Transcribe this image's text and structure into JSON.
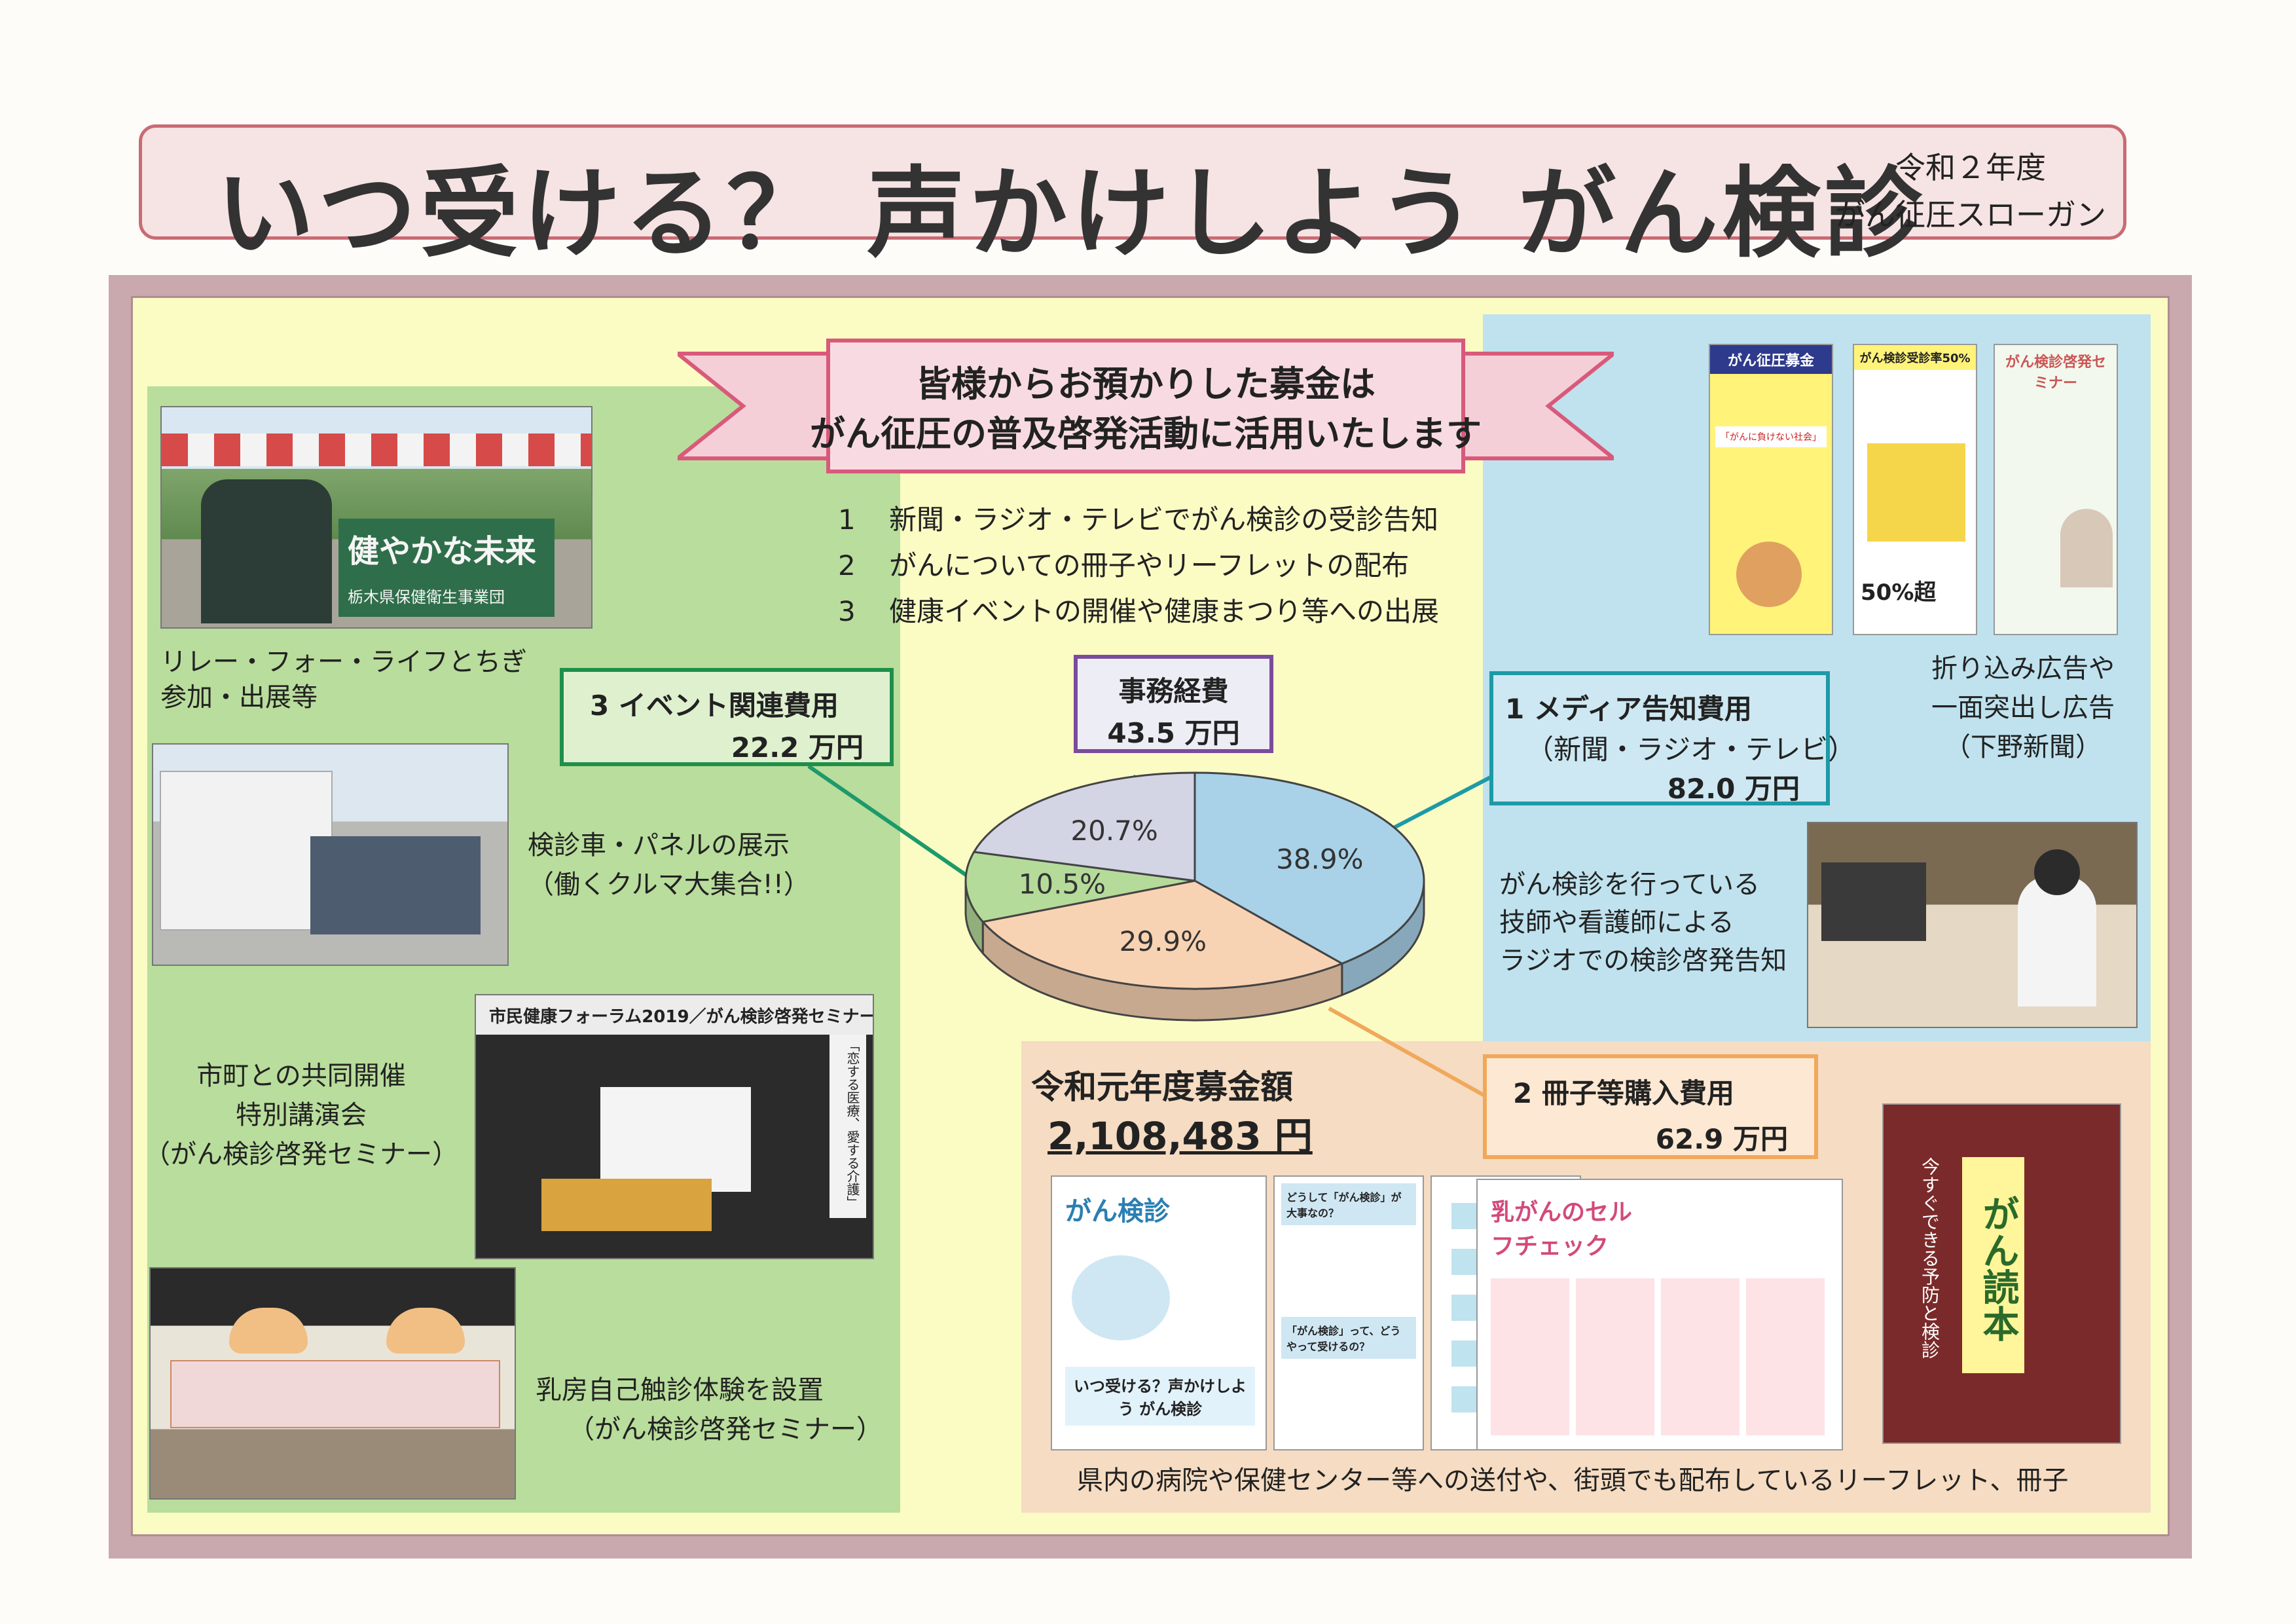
{
  "header": {
    "title": "いつ受ける？ 声かけしよう がん検診",
    "year": "令和２年度",
    "slogan_label": "がん征圧スローガン"
  },
  "banner": {
    "line1": "皆様からお預かりした募金は",
    "line2": "がん征圧の普及啓発活動に活用いたします"
  },
  "activities": [
    {
      "num": "1",
      "text": "新聞・ラジオ・テレビでがん検診の受診告知"
    },
    {
      "num": "2",
      "text": "がんについての冊子やリーフレットの配布"
    },
    {
      "num": "3",
      "text": "健康イベントの開催や健康まつり等への出展"
    }
  ],
  "left_captions": {
    "relay_1": "リレー・フォー・ライフとちぎ",
    "relay_2": "参加・出展等",
    "vehicle_1": "検診車・パネルの展示",
    "vehicle_2": "（働くクルマ大集合!!）",
    "lecture_1": "市町との共同開催",
    "lecture_2": "特別講演会",
    "lecture_3": "（がん検診啓発セミナー）",
    "breast_1": "乳房自己触診体験を設置",
    "breast_2": "（がん検診啓発セミナー）"
  },
  "photo_text": {
    "banner_sign": "健やかな未来",
    "banner_org": "栃木県保健衛生事業団",
    "forum_sign": "市民健康フォーラム2019／がん検診啓発セミナー",
    "forum_side": "「恋する医療、愛する介護」"
  },
  "categories": {
    "event_title": "3 イベント関連費用",
    "event_amount": "22.2 万円",
    "office_title": "事務経費",
    "office_amount": "43.5 万円",
    "media_title": "1 メディア告知費用",
    "media_sub": "（新聞・ラジオ・テレビ）",
    "media_amount": "82.0 万円",
    "booklet_title": "2 冊子等購入費用",
    "booklet_amount": "62.9 万円"
  },
  "chart_data": {
    "type": "pie",
    "values": [
      38.9,
      29.9,
      10.5,
      20.7
    ],
    "labels": [
      "38.9%",
      "29.9%",
      "10.5%",
      "20.7%"
    ],
    "colors": [
      "#a9d2e8",
      "#f8d3b3",
      "#b5db9a",
      "#d3d4e4"
    ]
  },
  "donation": {
    "label": "令和元年度募金額",
    "amount": "2,108,483 円"
  },
  "right_captions": {
    "ad_1": "折り込み広告や",
    "ad_2": "一面突出し広告",
    "ad_3": "（下野新聞）",
    "radio_1": "がん検診を行っている",
    "radio_2": "技師や看護師による",
    "radio_3": "ラジオでの検診啓発告知",
    "distribution": "県内の病院や保健センター等への送付や、街頭でも配布しているリーフレット、冊子"
  },
  "ads": {
    "ad1_title": "がん征圧募金",
    "ad1_sub": "「がんに負けない社会」",
    "ad2_title": "がん検診受診率50%",
    "ad2_sub": "50%超",
    "ad3_title": "がん検診啓発セミナー"
  },
  "leaflets": {
    "l1_title": "がん検診",
    "l1_slogan": "いつ受ける？声かけしよう がん検診",
    "l2_q1": "どうして「がん検診」が大事なの？",
    "l2_q2": "「がん検診」って、どうやって受けるの？",
    "l3_title": "乳がんのセルフチェック",
    "book_title": "がん読本",
    "book_sub": "今すぐできる予防と検診"
  }
}
